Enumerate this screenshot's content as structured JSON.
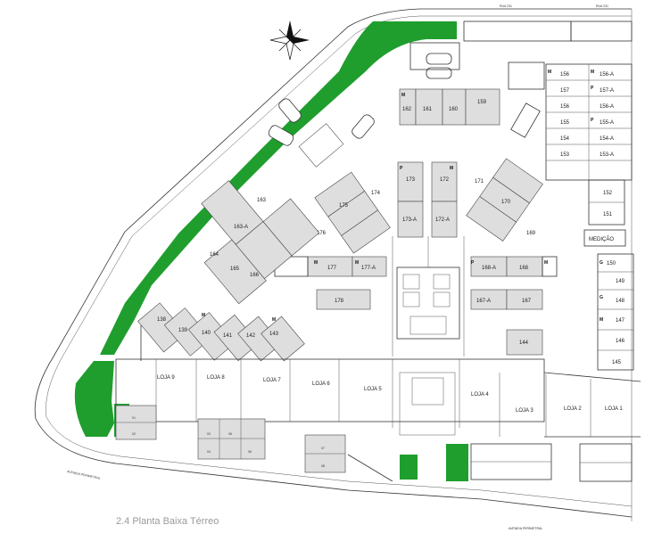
{
  "caption": "2.4 Planta Baixa Térreo",
  "streets": {
    "top_left": "RUA 231",
    "top_right": "RUA 231",
    "bottom": "AVENIDA PERIMETRAL",
    "bottom_left": "AVENIDA PERIMETRAL"
  },
  "stores": [
    "LOJA 9",
    "LOJA 8",
    "LOJA 7",
    "LOJA 6",
    "LOJA 5",
    "LOJA 4",
    "LOJA 3",
    "LOJA 2",
    "LOJA 1"
  ],
  "parking_top_center": [
    "162",
    "161",
    "160",
    "159"
  ],
  "parking_right_column": [
    "156",
    "156-A",
    "157",
    "157-A",
    "156",
    "156-A",
    "155",
    "155-A",
    "154",
    "154-A",
    "153",
    "153-A",
    "152",
    "151"
  ],
  "parking_center_blocks": [
    "174",
    "175",
    "176",
    "173",
    "173-A",
    "172",
    "172-A",
    "171",
    "170",
    "169",
    "177",
    "177-A",
    "178",
    "168",
    "168-A",
    "167",
    "167-A",
    "144"
  ],
  "parking_left_diagonal": [
    "163",
    "163-A",
    "164",
    "165",
    "166",
    "138",
    "139",
    "140",
    "141",
    "142",
    "143"
  ],
  "parking_right_lower": [
    "150",
    "149",
    "148",
    "147",
    "146",
    "145"
  ],
  "spot_letters": [
    "M",
    "P",
    "G"
  ],
  "medicao": "MEDIÇÃO",
  "bottom_spots_left": [
    "01",
    "02",
    "03",
    "04",
    "05",
    "06",
    "07",
    "08"
  ],
  "colors": {
    "green_area": "#1f9e2e",
    "walls": "#333333",
    "spot_fill": "#dedede",
    "caption": "#9a9a9a"
  },
  "icons": [
    "compass-rose-icon",
    "car-icon"
  ]
}
